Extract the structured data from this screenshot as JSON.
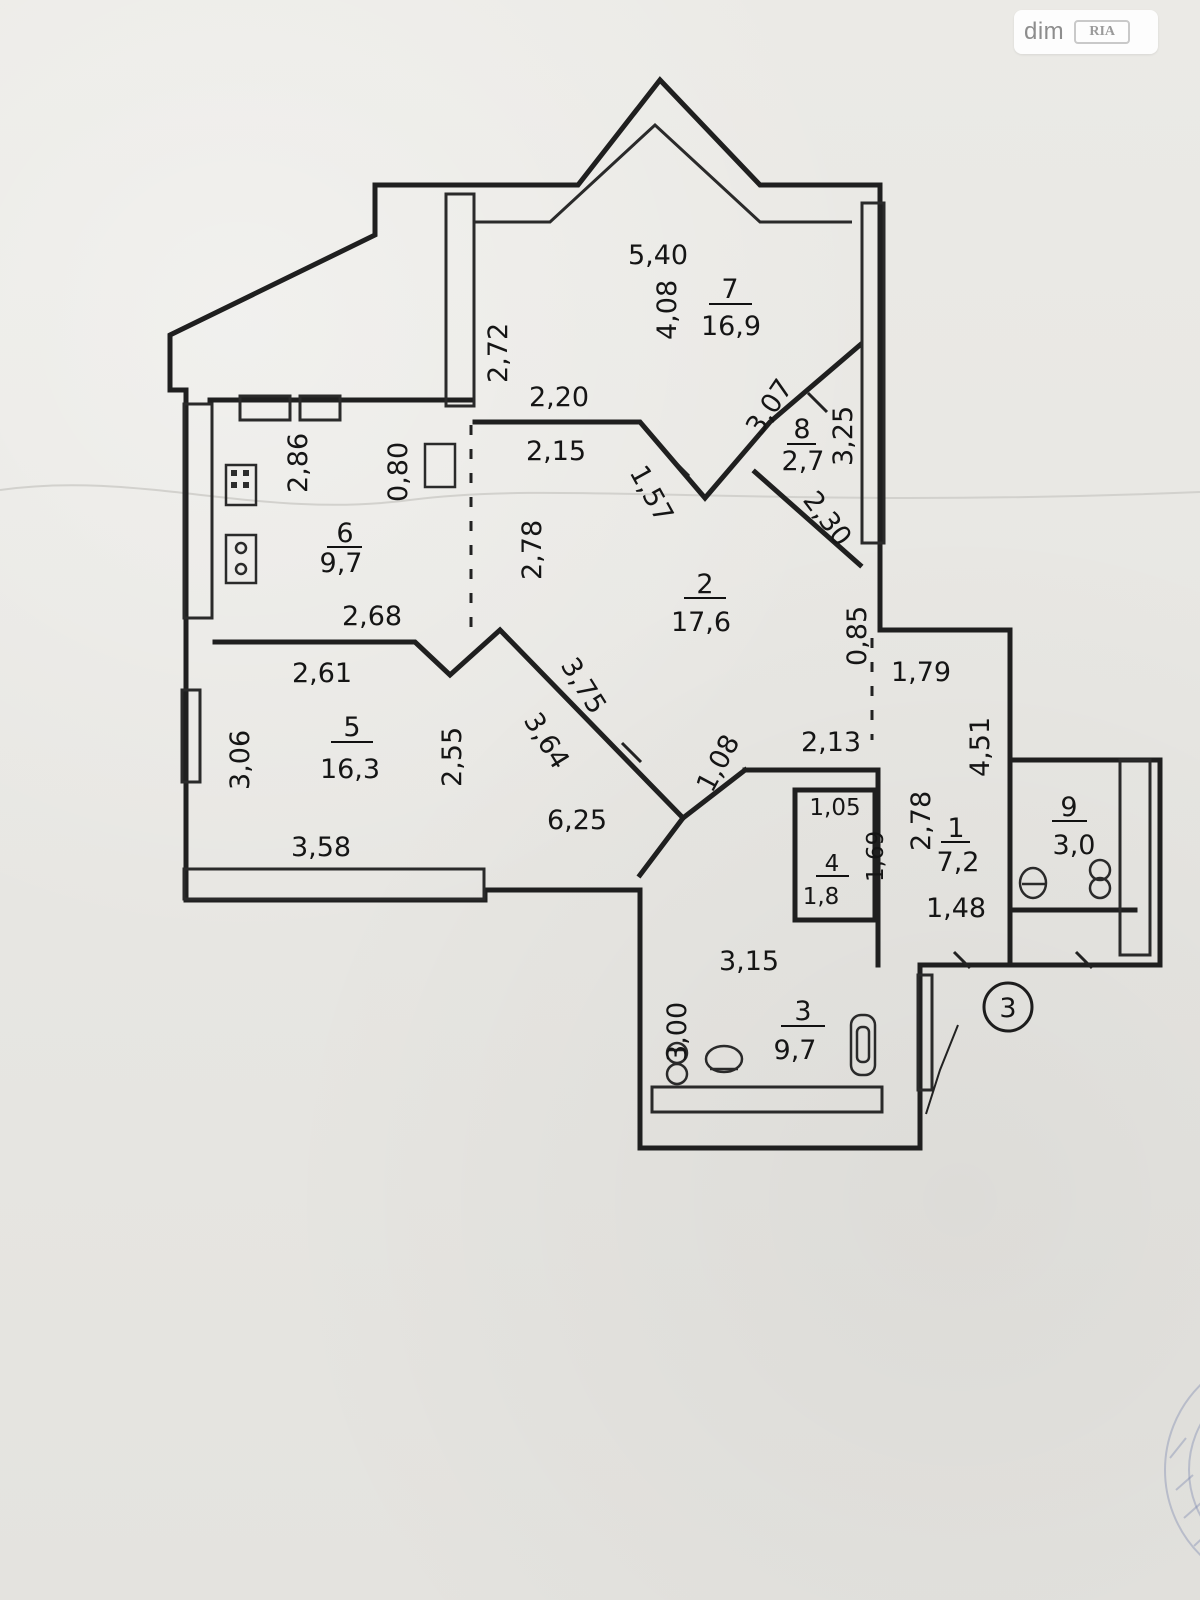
{
  "watermark": {
    "brand": "dim",
    "badge": "RIA"
  },
  "marker": {
    "label": "3"
  },
  "rooms": [
    {
      "id": "7",
      "area": "16,9"
    },
    {
      "id": "8",
      "area": "2,7"
    },
    {
      "id": "6",
      "area": "9,7"
    },
    {
      "id": "2",
      "area": "17,6"
    },
    {
      "id": "5",
      "area": "16,3"
    },
    {
      "id": "1",
      "area": "7,2"
    },
    {
      "id": "9",
      "area": "3,0"
    },
    {
      "id": "4",
      "area": "1,8"
    },
    {
      "id": "3",
      "area": "9,7"
    }
  ],
  "dimensions": [
    "5,40",
    "4,08",
    "2,72",
    "2,20",
    "3,07",
    "3,25",
    "2,15",
    "1,57",
    "2,30",
    "2,86",
    "0,80",
    "2,78",
    "2,68",
    "0,85",
    "1,79",
    "2,61",
    "3,75",
    "3,64",
    "3,06",
    "2,55",
    "2,13",
    "4,51",
    "1,08",
    "6,25",
    "3,58",
    "1,05",
    "1,69",
    "2,78",
    "1,48",
    "3,15",
    "3,00"
  ],
  "icons": {
    "stove": "stove-icon",
    "sink": "sink-icon",
    "toilet": "toilet-icon",
    "bathtub": "bathtub-icon",
    "stamp": "stamp-seal"
  },
  "colors": {
    "paper": "#e7e6e2",
    "ink": "#1f1f1f",
    "watermark": "#8d8d8d",
    "stamp": "#6d7aa8"
  }
}
